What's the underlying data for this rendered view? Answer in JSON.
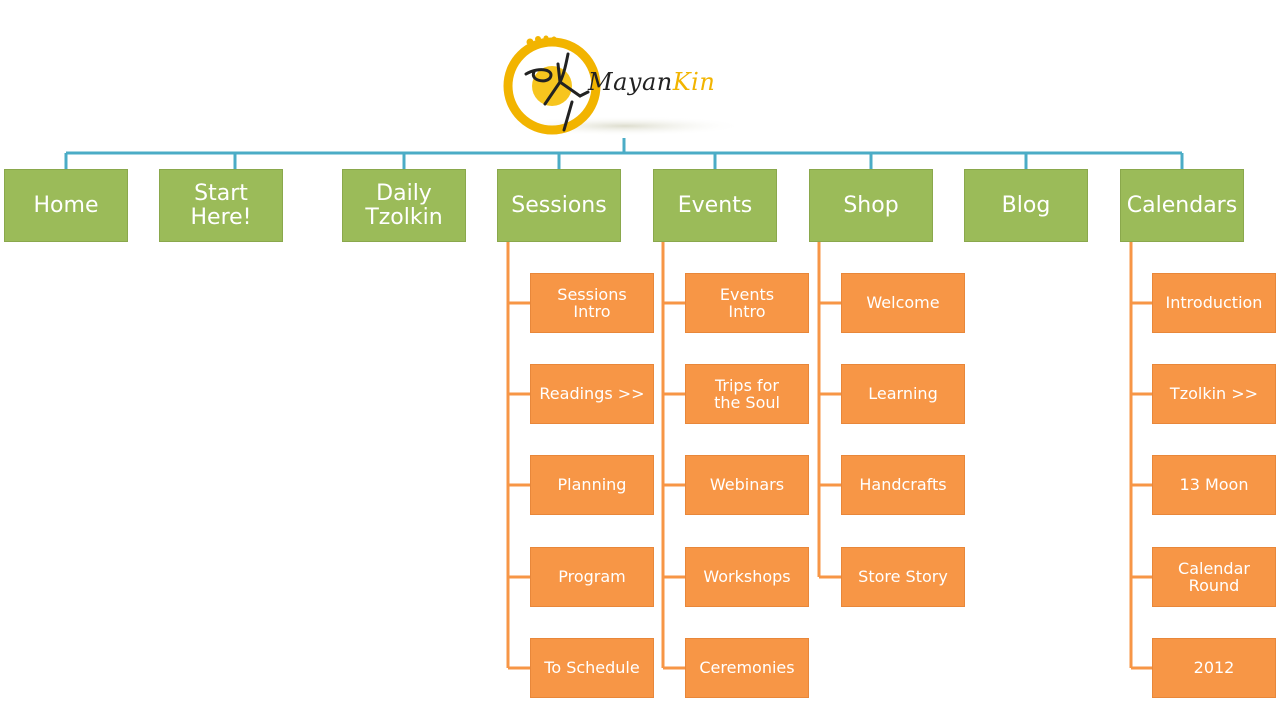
{
  "logo": {
    "word_part1": "Mayan",
    "word_part2": "Kin",
    "colors": {
      "sun": "#f2b400",
      "ink": "#222222"
    }
  },
  "colors": {
    "top_box": "#9bbb59",
    "child_box": "#f79646",
    "top_connector": "#4bacc6",
    "child_connector": "#f79646",
    "text": "#ffffff"
  },
  "nav": [
    {
      "label": "Home",
      "children": []
    },
    {
      "label": "Start Here!",
      "children": []
    },
    {
      "label": "Daily\nTzolkin",
      "children": []
    },
    {
      "label": "Sessions",
      "children": [
        "Sessions\nIntro",
        "Readings >>",
        "Planning",
        "Program",
        "To Schedule"
      ]
    },
    {
      "label": "Events",
      "children": [
        "Events\nIntro",
        "Trips for\nthe Soul",
        "Webinars",
        "Workshops",
        "Ceremonies"
      ]
    },
    {
      "label": "Shop",
      "children": [
        "Welcome",
        "Learning",
        "Handcrafts",
        "Store Story"
      ]
    },
    {
      "label": "Blog",
      "children": []
    },
    {
      "label": "Calendars",
      "children": [
        "Introduction",
        "Tzolkin >>",
        "13 Moon",
        "Calendar\nRound",
        "2012"
      ]
    }
  ]
}
